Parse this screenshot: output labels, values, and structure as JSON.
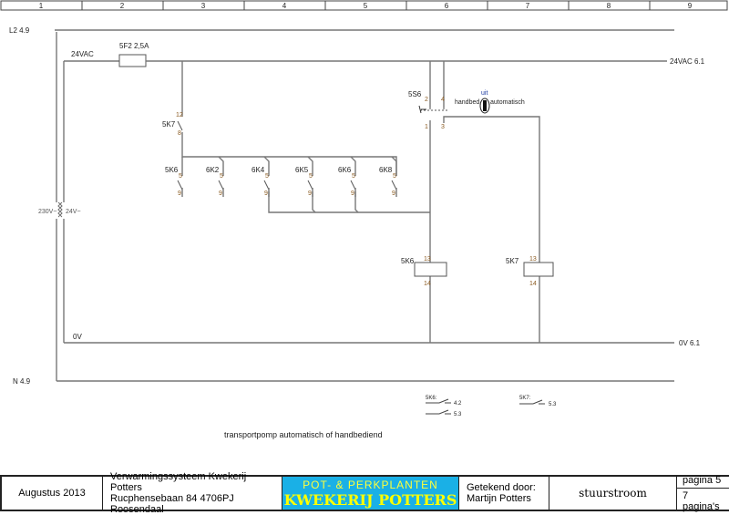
{
  "ruler": [
    "1",
    "2",
    "3",
    "4",
    "5",
    "6",
    "7",
    "8",
    "9"
  ],
  "rails": {
    "l2": "L2 4.9",
    "n": "N 4.9",
    "v24": "24VAC",
    "v24_ref": "24VAC 6.1",
    "zero": "0V",
    "zero_ref": "0V 6.1"
  },
  "transformer": {
    "primary": "230V~",
    "secondary": "24V~"
  },
  "fuse": "5F2 2,5A",
  "contact_5k7": {
    "name": "5K7",
    "top": "12",
    "bottom": "8"
  },
  "contacts": [
    {
      "name": "5K6",
      "top": "5",
      "bottom": "9"
    },
    {
      "name": "6K2",
      "top": "5",
      "bottom": "9"
    },
    {
      "name": "6K4",
      "top": "5",
      "bottom": "9"
    },
    {
      "name": "6K5",
      "top": "5",
      "bottom": "9"
    },
    {
      "name": "6K6",
      "top": "5",
      "bottom": "9"
    },
    {
      "name": "6K8",
      "top": "5",
      "bottom": "9"
    }
  ],
  "switch": {
    "name": "5S6",
    "t2": "2",
    "t4": "4",
    "t1": "1",
    "t3": "3",
    "off": "uit",
    "manual": "handbed",
    "auto": "automatisch"
  },
  "coils": [
    {
      "name": "5K6",
      "top": "13",
      "bottom": "14"
    },
    {
      "name": "5K7",
      "top": "13",
      "bottom": "14"
    }
  ],
  "refs": [
    {
      "name": "5K6:",
      "items": [
        "4.2",
        "5.3"
      ]
    },
    {
      "name": "5K7:",
      "items": [
        "5.3"
      ]
    }
  ],
  "caption": "transportpomp automatisch of handbediend",
  "title_block": {
    "date": "Augustus 2013",
    "project": "Verwarmingssysteem Kwekerij Potters",
    "address": "Rucphensebaan 84 4706PJ Roosendaal",
    "logo_top": "POT- & PERKPLANTEN",
    "logo_bottom": "KWEKERIJ POTTERS",
    "drawn_by_label": "Getekend door:",
    "drawn_by": "Martijn Potters",
    "sheet_title": "stuurstroom",
    "page": "pagina 5",
    "pages": "7 pagina's"
  }
}
